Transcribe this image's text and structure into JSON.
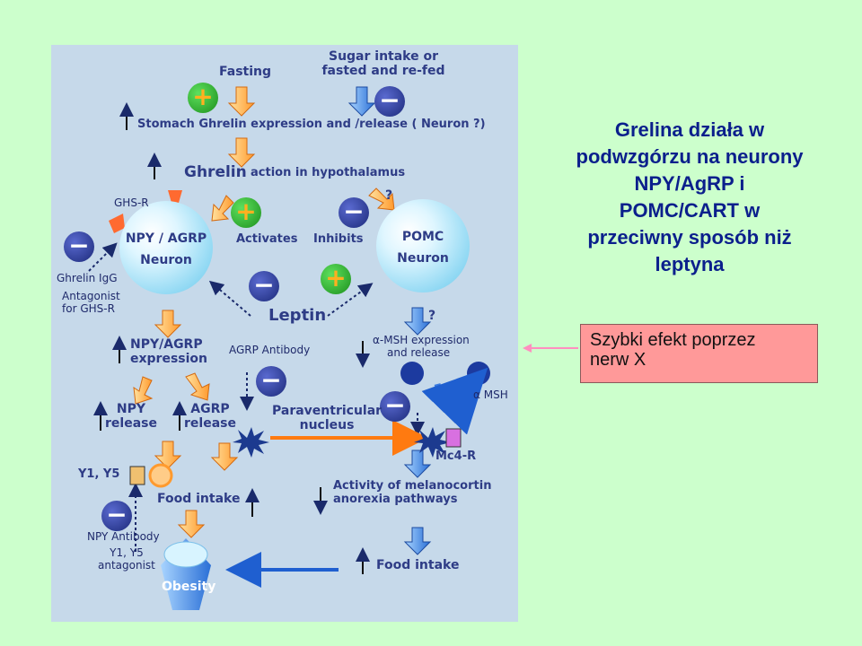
{
  "diagram": {
    "fasting": "Fasting",
    "sugar_intake_1": "Sugar intake or",
    "sugar_intake_2": "fasted and re-fed",
    "stomach_ghrelin": "Stomach Ghrelin expression and /release ( Neuron ?)",
    "ghrelin": "Ghrelin",
    "ghrelin_action": "action in hypothalamus",
    "ghs_r": "GHS-R",
    "ghrelin_igg": "Ghrelin IgG",
    "antagonist_1": "Antagonist",
    "antagonist_2": "for GHS-R",
    "npy_agrp_neuron_1": "NPY / AGRP",
    "npy_agrp_neuron_2": "Neuron",
    "activates": "Activates",
    "inhibits": "Inhibits",
    "question1": "?",
    "question2": "?",
    "pomc_neuron_1": "POMC",
    "pomc_neuron_2": "Neuron",
    "leptin": "Leptin",
    "npy_agrp_expr_1": "NPY/AGRP",
    "npy_agrp_expr_2": "expression",
    "agrp_antibody": "AGRP Antibody",
    "msh_expr_1": "α-MSH expression",
    "msh_expr_2": "and release",
    "msh": "α MSH",
    "npy_release_1": "NPY",
    "npy_release_2": "release",
    "agrp_release_1": "AGRP",
    "agrp_release_2": "release",
    "pvn_1": "Paraventricular",
    "pvn_2": "nucleus",
    "mc4r": "Mc4-R",
    "y1y5": "Y1, Y5",
    "food_intake_left": "Food intake",
    "activity_1": "Activity of melanocortin",
    "activity_2": "anorexia pathways",
    "npy_antibody": "NPY Antibody",
    "y1y5_antag_1": "Y1, Y5",
    "y1y5_antag_2": "antagonist",
    "obesity": "Obesity",
    "food_intake_right": "Food intake",
    "plus_sign": "+",
    "minus_sign": "−"
  },
  "title": {
    "line1": "Grelina działa w",
    "line2": "podwzgórzu na neurony",
    "line3": "NPY/AgRP i",
    "line4": "POMC/CART  w",
    "line5": "przeciwny sposób  niż",
    "line6": "leptyna"
  },
  "callout": {
    "line1": "Szybki efekt poprzez",
    "line2": "nerw X"
  },
  "colors": {
    "background": "#ccffcc",
    "diagram_bg": "#c6d9ea",
    "title": "#0b1f8c",
    "callout_bg": "#ff9999",
    "callout_arrow": "#ff8fbf",
    "orange_arrow": "#ff9a2e",
    "blue_arrow": "#3a7be0"
  }
}
